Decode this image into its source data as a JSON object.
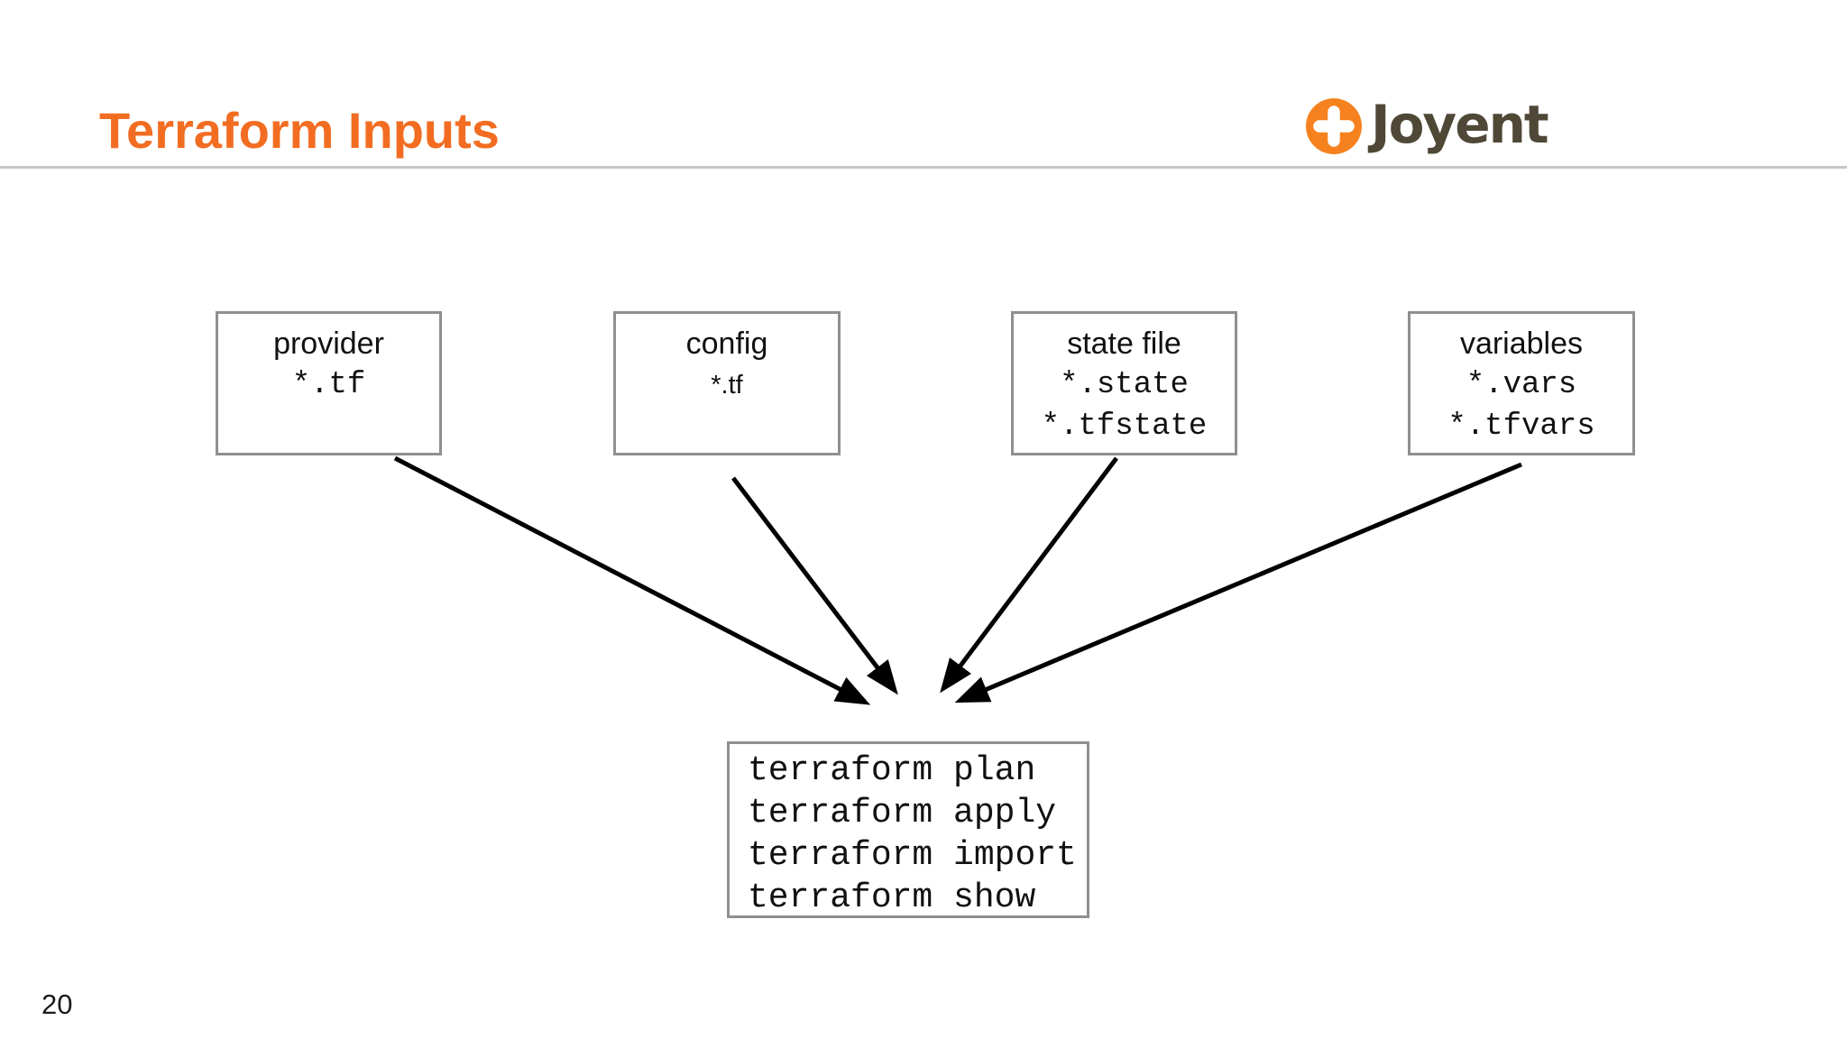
{
  "slide": {
    "title": "Terraform Inputs",
    "page_number": "20"
  },
  "logo": {
    "text": "Joyent"
  },
  "diagram": {
    "input_boxes": [
      {
        "label": "provider",
        "files": [
          "*.tf"
        ]
      },
      {
        "label": "config",
        "files": [
          "*.tf"
        ]
      },
      {
        "label": "state file",
        "files": [
          "*.state",
          "*.tfstate"
        ]
      },
      {
        "label": "variables",
        "files": [
          "*.vars",
          "*.tfvars"
        ]
      }
    ],
    "command_box": {
      "commands": [
        "terraform plan",
        "terraform apply",
        "terraform import",
        "terraform show"
      ]
    }
  },
  "colors": {
    "title_orange": "#F26D22",
    "logo_orange": "#F5821F",
    "logo_text": "#4F4837",
    "box_border_gray": "#8F8F8F",
    "divider_gray": "#C6C6C6",
    "arrow_black": "#000000"
  }
}
